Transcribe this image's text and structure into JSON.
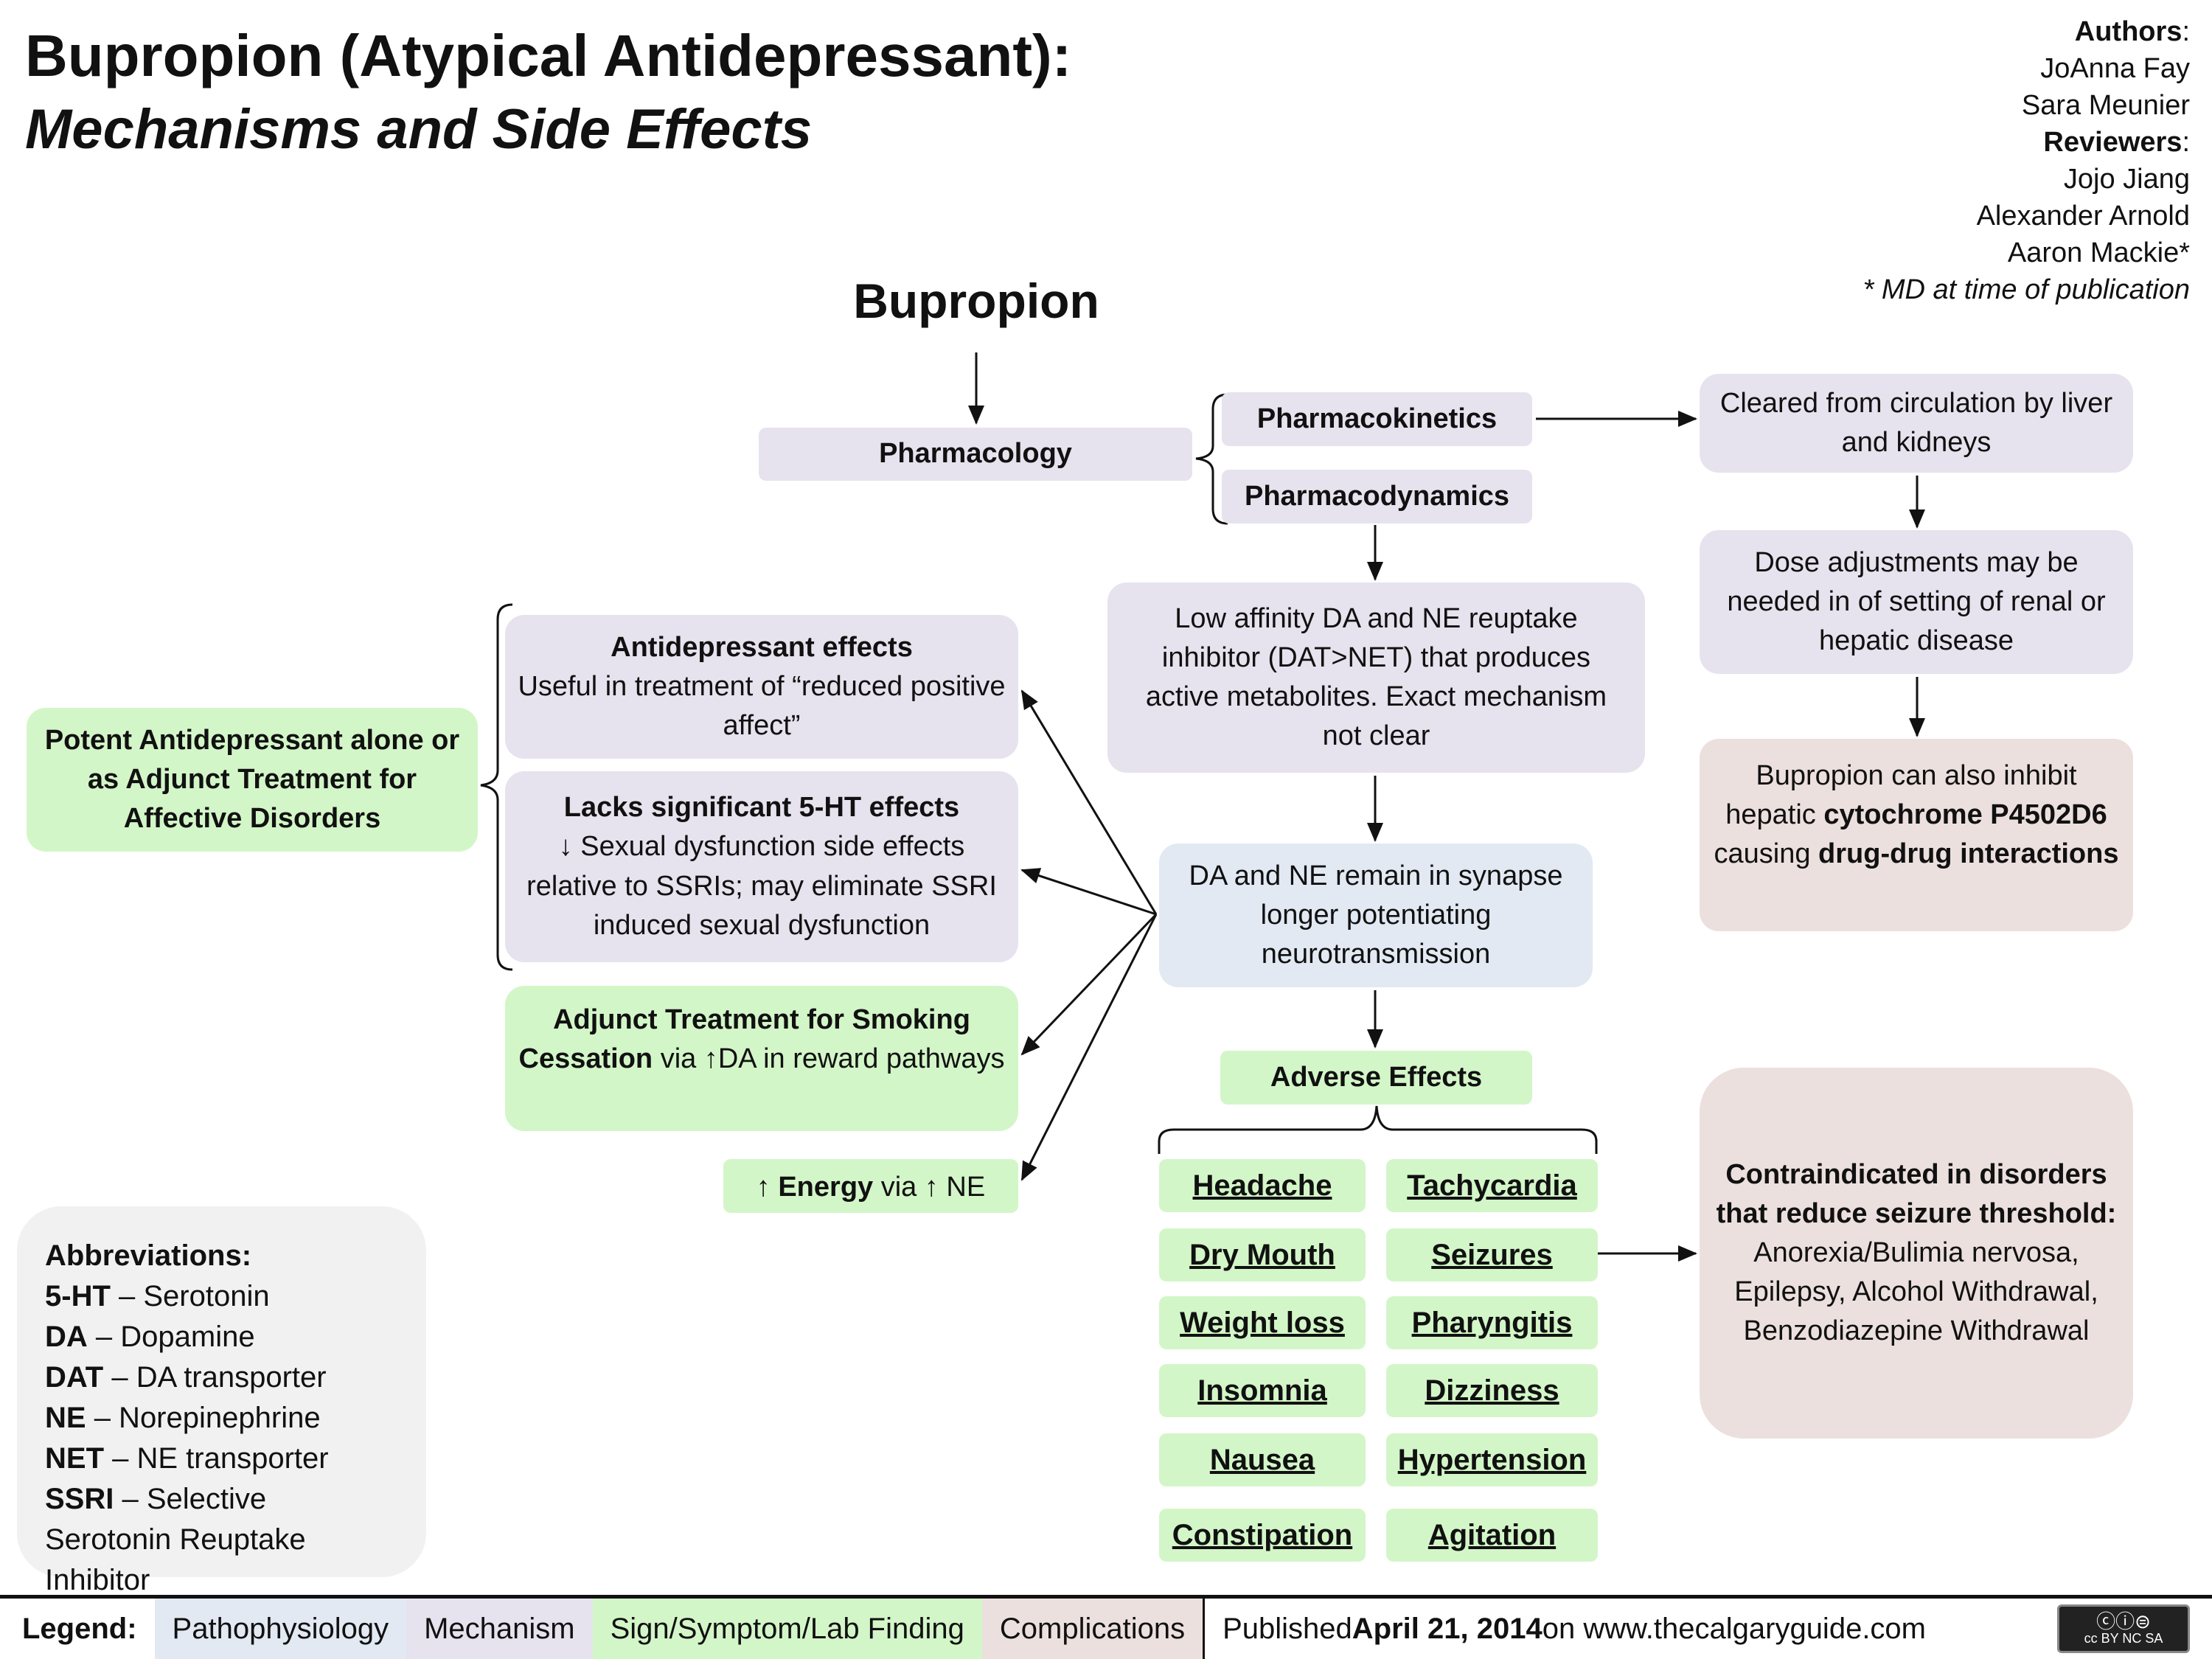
{
  "title": {
    "line1": "Bupropion (Atypical Antidepressant):",
    "line2": "Mechanisms and Side Effects"
  },
  "authors": {
    "authors_label": "Authors",
    "authors": [
      "JoAnna Fay",
      "Sara Meunier"
    ],
    "reviewers_label": "Reviewers",
    "reviewers": [
      "Jojo Jiang",
      "Alexander Arnold",
      "Aaron Mackie*"
    ],
    "note": "* MD at time of publication"
  },
  "diagram": {
    "heading": "Bupropion",
    "pharmacology": "Pharmacology",
    "pharmacokinetics": "Pharmacokinetics",
    "pharmacodynamics": "Pharmacodynamics",
    "cleared": "Cleared from circulation by liver and kidneys",
    "dose": "Dose adjustments may be needed in of setting of renal or hepatic disease",
    "cyp": {
      "t1": "Bupropion can also inhibit hepatic ",
      "b1": "cytochrome P4502D6",
      "t2": " causing ",
      "b2": "drug-drug interactions"
    },
    "low_affinity": "Low affinity DA and NE reuptake inhibitor (DAT>NET) that produces active metabolites.  Exact mechanism not clear",
    "remain": "DA and NE remain in synapse longer potentiating neurotransmission",
    "adverse_title": "Adverse Effects",
    "adverse_left": [
      "Headache",
      "Dry Mouth",
      "Weight loss",
      "Insomnia",
      "Nausea",
      "Constipation"
    ],
    "adverse_right": [
      "Tachycardia",
      "Seizures",
      "Pharyngitis",
      "Dizziness",
      "Hypertension",
      "Agitation"
    ],
    "contra": {
      "title": "Contraindicated in disorders that reduce seizure threshold:",
      "body": "Anorexia/Bulimia nervosa, Epilepsy, Alcohol Withdrawal, Benzodiazepine Withdrawal"
    },
    "potent": "Potent Antidepressant alone or as Adjunct Treatment for Affective Disorders",
    "antidep": {
      "title": "Antidepressant effects",
      "body": "Useful in treatment of “reduced positive affect”"
    },
    "lacks": {
      "title": "Lacks significant 5-HT effects",
      "body": "↓ Sexual dysfunction side effects relative to SSRIs; may eliminate SSRI induced sexual dysfunction"
    },
    "adjunct": {
      "b": "Adjunct Treatment for Smoking Cessation",
      "t": " via ↑DA in reward pathways"
    },
    "energy": {
      "b": "↑ Energy",
      "t": " via ↑ NE"
    }
  },
  "abbreviations": {
    "title": "Abbreviations:",
    "items": [
      {
        "k": "5-HT",
        "v": " – Serotonin"
      },
      {
        "k": "DA",
        "v": " – Dopamine"
      },
      {
        "k": "DAT",
        "v": " – DA transporter"
      },
      {
        "k": "NE",
        "v": " – Norepinephrine"
      },
      {
        "k": "NET",
        "v": " – NE transporter"
      },
      {
        "k": "SSRI",
        "v": " – Selective Serotonin Reuptake Inhibitor"
      }
    ]
  },
  "footer": {
    "legend_label": "Legend:",
    "legend": [
      "Pathophysiology",
      "Mechanism",
      "Sign/Symptom/Lab Finding",
      "Complications"
    ],
    "pub1": "Published ",
    "date": "April 21, 2014",
    "pub2": " on www.thecalgaryguide.com",
    "license": "cc BY NC SA"
  },
  "colors": {
    "pathophysiology": "#e2e9f3",
    "mechanism": "#e6e3ee",
    "sign": "#d3f6c8",
    "complication": "#ece0de"
  }
}
